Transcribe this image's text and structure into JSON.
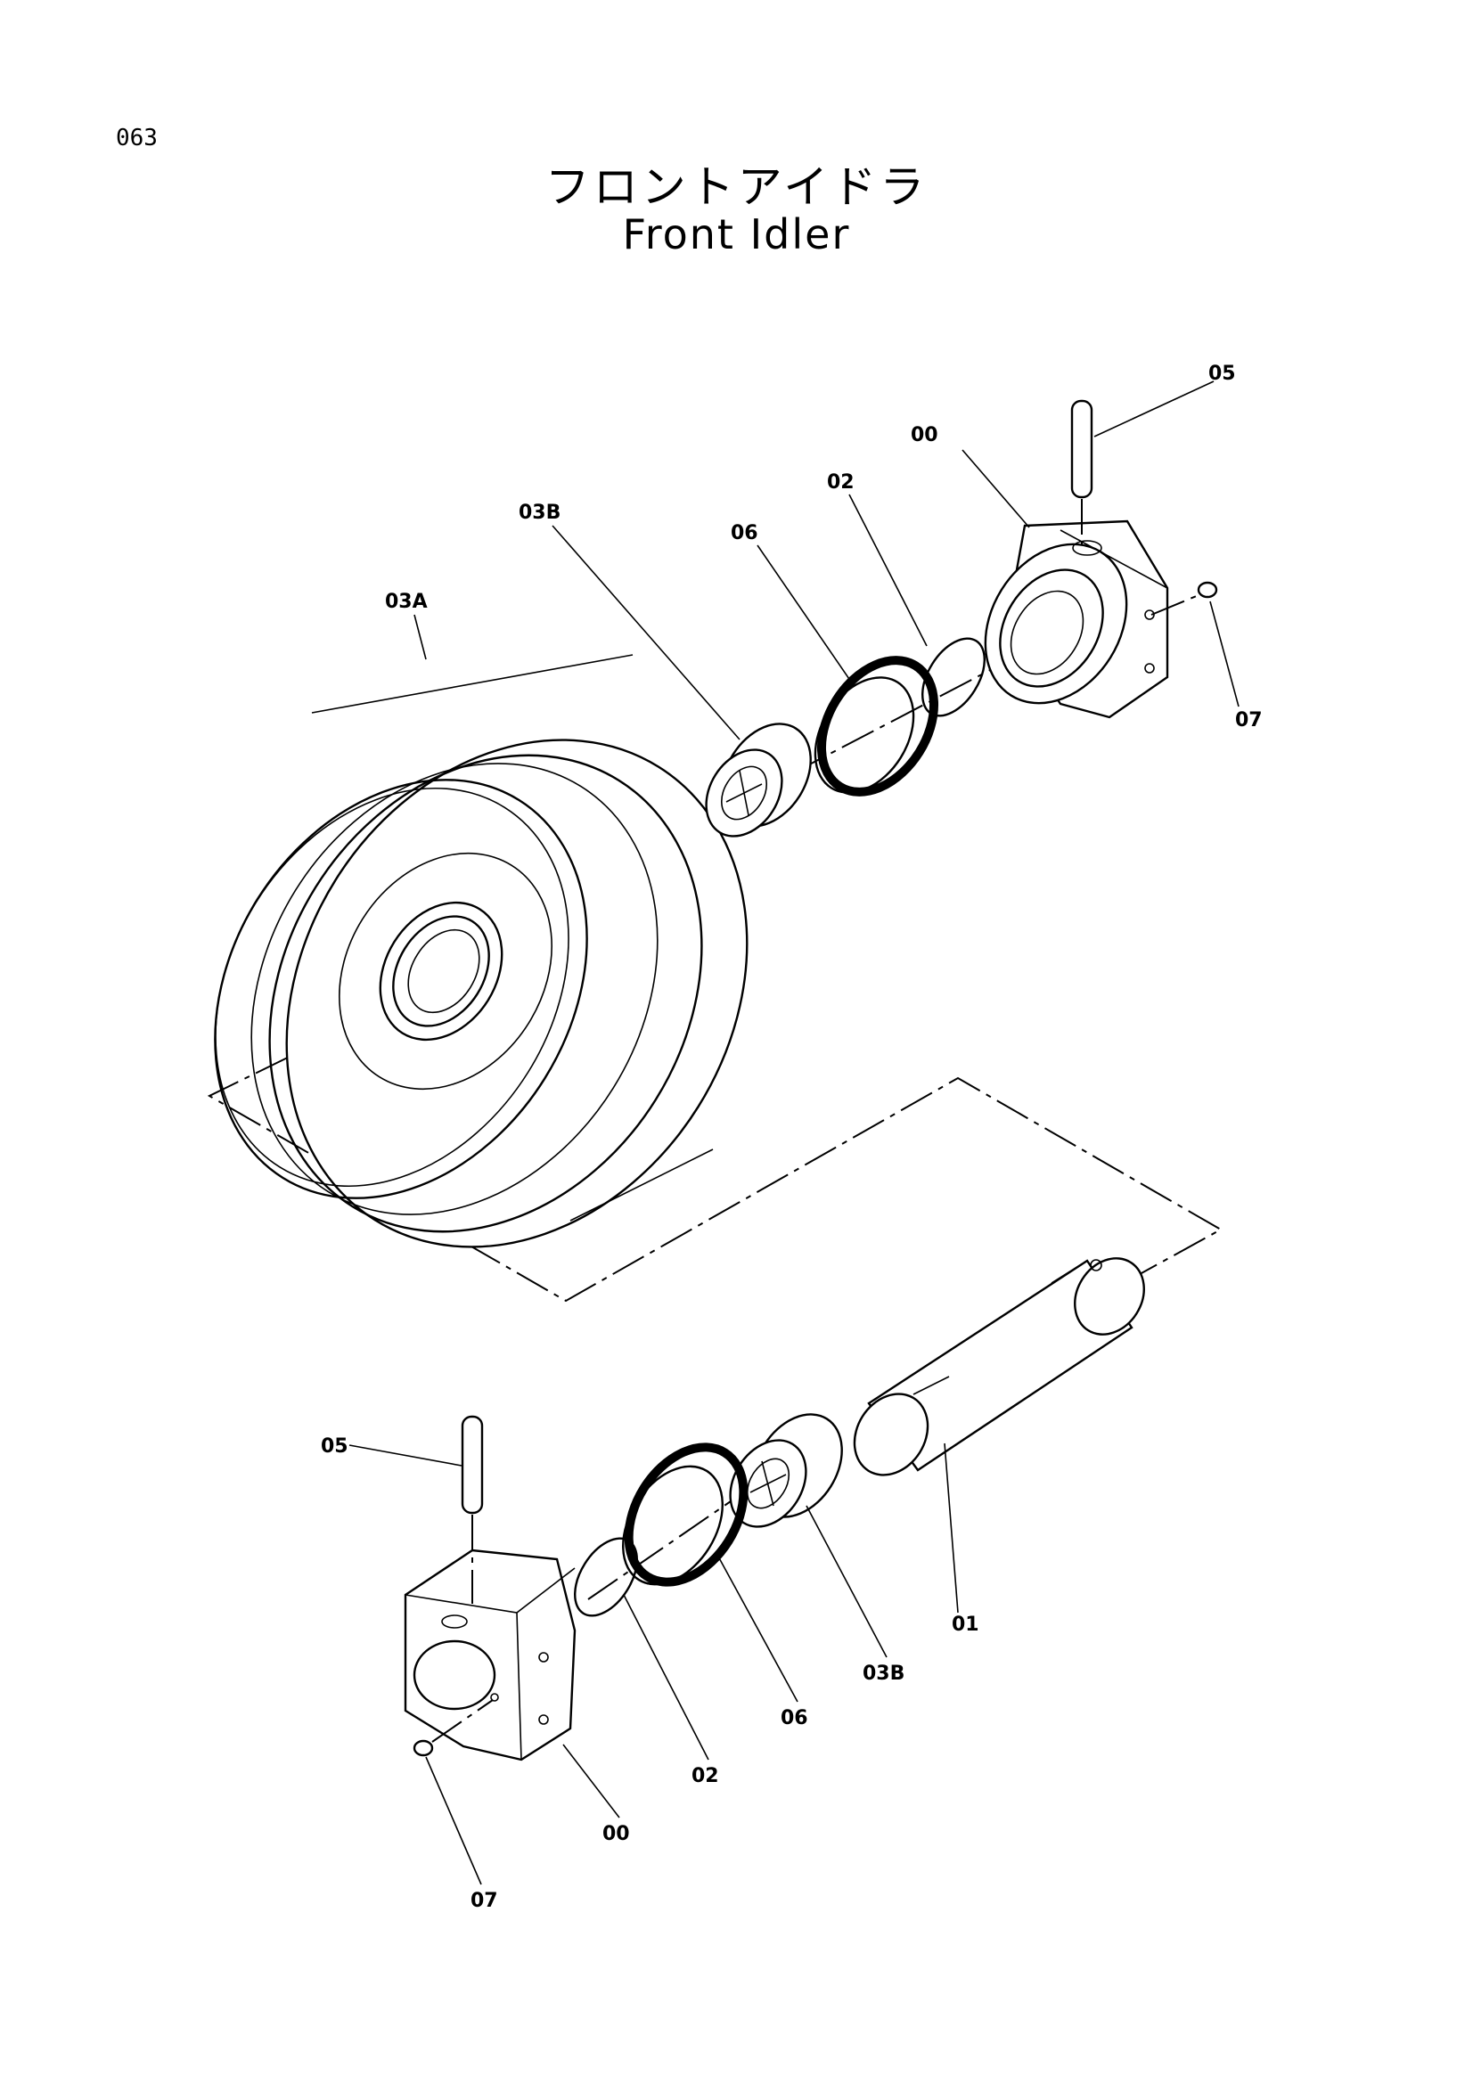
{
  "page_number": "063",
  "title_ja": "フロントアイドラ",
  "title_en": "Front Idler",
  "callouts": {
    "top_05": "05",
    "top_00": "00",
    "top_02": "02",
    "top_06": "06",
    "top_03b": "03B",
    "top_03a": "03A",
    "top_07": "07",
    "bot_05": "05",
    "bot_02": "02",
    "bot_06": "06",
    "bot_03b": "03B",
    "bot_01": "01",
    "bot_00": "00",
    "bot_07": "07"
  }
}
